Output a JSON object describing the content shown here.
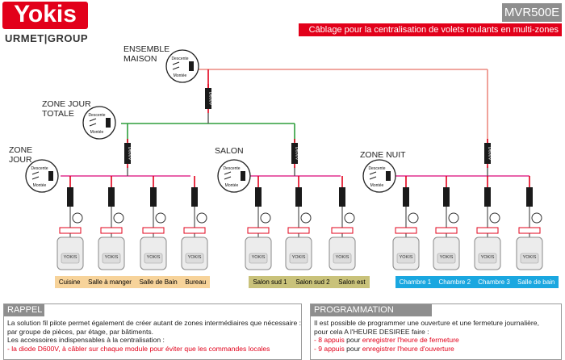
{
  "header": {
    "logo_text": "Yokis",
    "group_text": "URMET|GROUP",
    "reference": "MVR500E",
    "title": "Câblage pour la centralisation de volets roulants en multi-zones"
  },
  "zones": {
    "ensemble": "ENSEMBLE\nMAISON",
    "jour_totale": "ZONE JOUR\nTOTALE",
    "zone_jour": "ZONE\nJOUR",
    "salon": "SALON",
    "zone_nuit": "ZONE NUIT"
  },
  "switch": {
    "up": "Descente",
    "down": "Montée"
  },
  "diode_label": "D600V",
  "module_text": "YOKIS",
  "rooms": {
    "jour": [
      "Cuisine",
      "Salle à manger",
      "Salle de Bain",
      "Bureau"
    ],
    "salon": [
      "Salon sud 1",
      "Salon sud 2",
      "Salon est"
    ],
    "nuit": [
      "Chambre 1",
      "Chambre 2",
      "Chambre 3",
      "Salle de bain"
    ]
  },
  "colors": {
    "brand_red": "#e2001a",
    "wire_pink": "#e0308f",
    "wire_green": "#2e9e3c",
    "wire_salmon": "#ec8a80",
    "bar_jour": "#f7d39a",
    "bar_salon": "#c9c27a",
    "bar_nuit": "#1aa7e0",
    "panel_head": "#8e8e8e"
  },
  "rappel": {
    "title": "RAPPEL",
    "line1": "La solution fil pilote permet également de créer autant de zones intermédiaires que nécessaire :",
    "line2": "par groupe de pièces, par étage, par bâtiments.",
    "line3": "Les accessoires indispensables à la centralisation :",
    "line4": "- la diode D600V, à câbler sur chaque module pour éviter que les commandes locales"
  },
  "programmation": {
    "title": "PROGRAMMATION HORAIRE",
    "line1": "Il est possible de programmer une ouverture et une fermeture journalière,",
    "line2": "pour cela A l'HEURE DESIREE faire :",
    "item1_count": "- 8 appuis",
    "item1_mid": " pour ",
    "item1_action": "enregistrer l'heure de fermeture",
    "item2_count": "- 9 appuis",
    "item2_mid": " pour ",
    "item2_action": "enregistrer l'heure d'ouverture"
  }
}
